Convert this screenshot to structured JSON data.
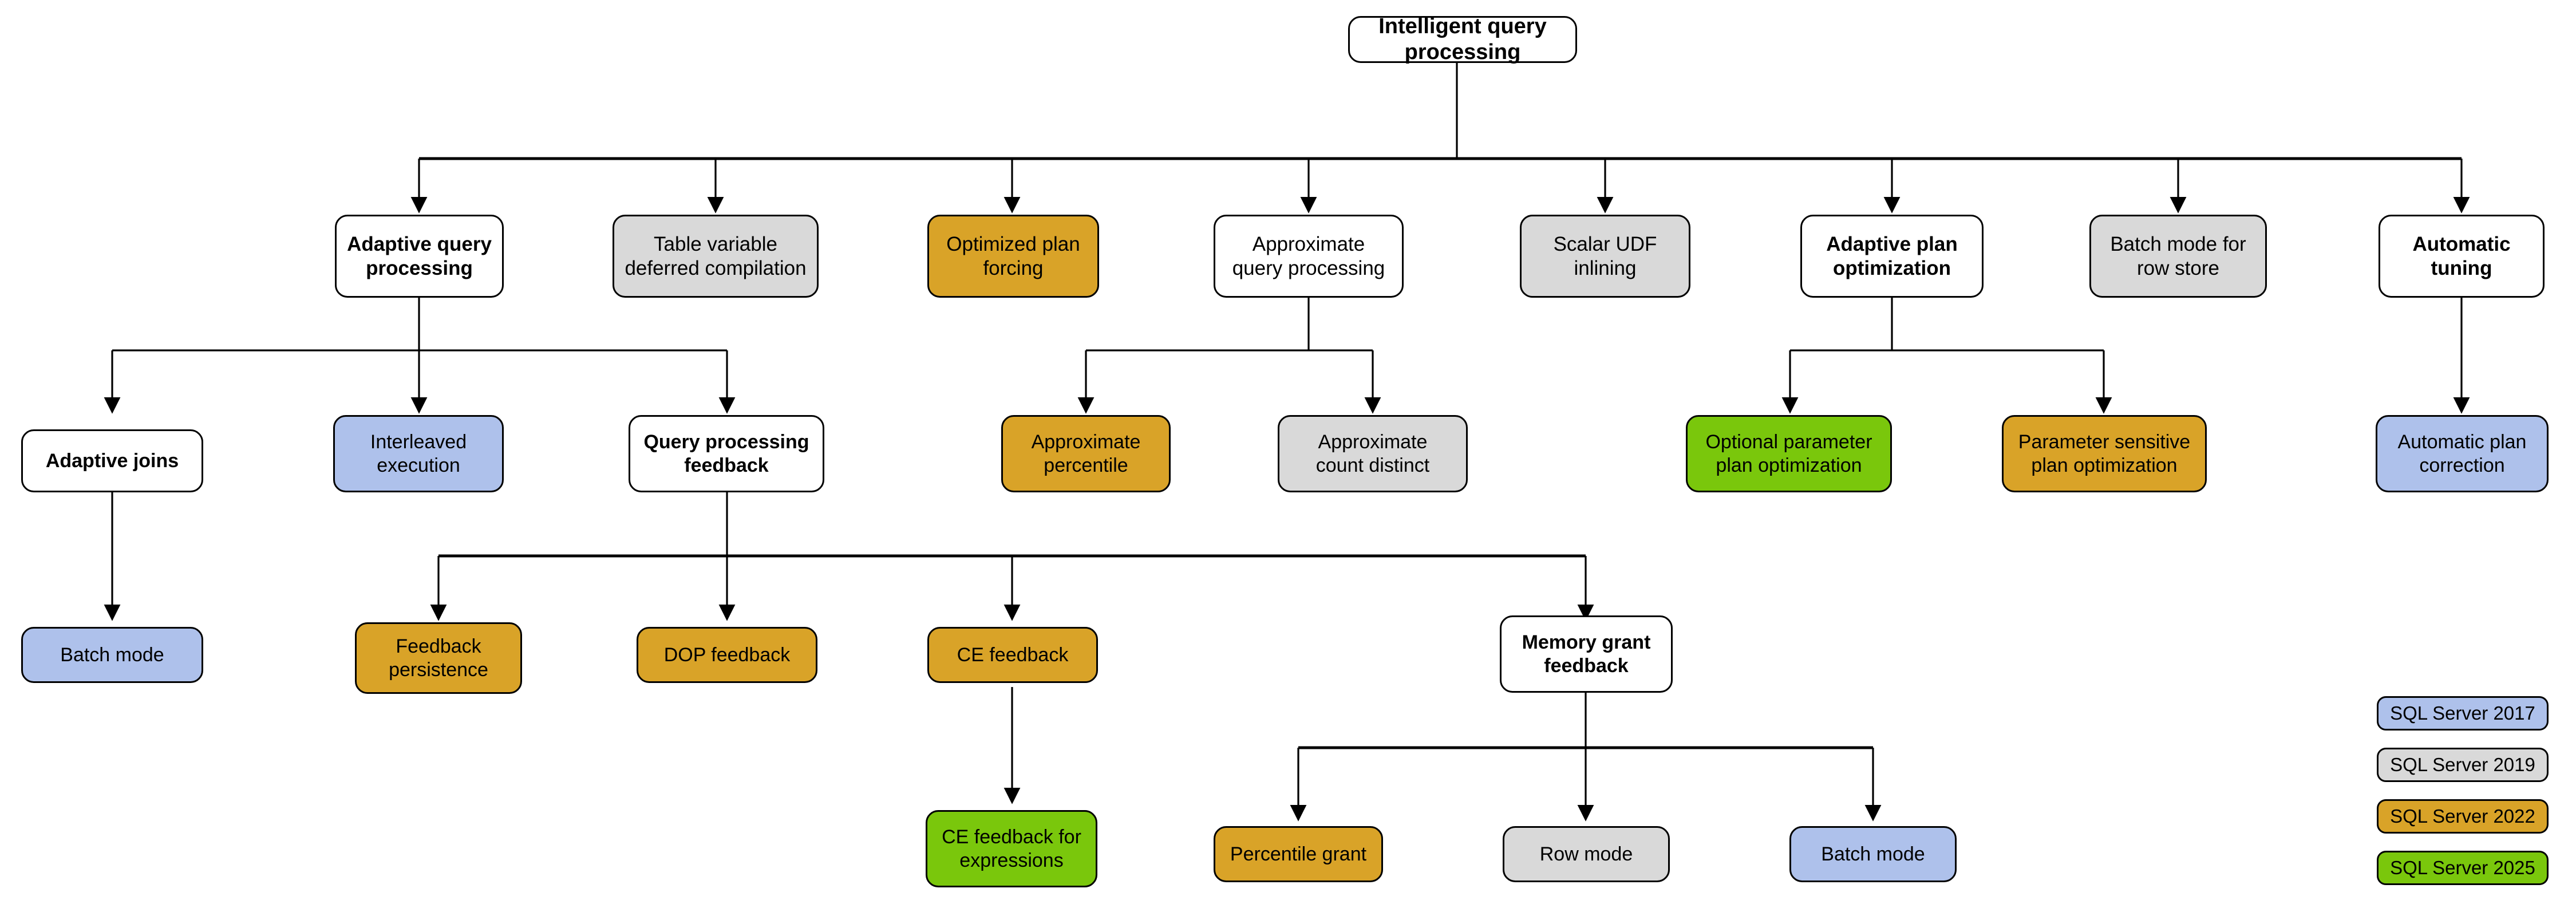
{
  "diagram": {
    "title": "Intelligent query processing",
    "root": {
      "id": "iqp",
      "label": "Intelligent query\nprocessing",
      "color": "white"
    },
    "level2": [
      {
        "id": "aqp",
        "label": "Adaptive query\nprocessing",
        "color": "white"
      },
      {
        "id": "tvdc",
        "label": "Table variable\ndeferred compilation",
        "color": "gray"
      },
      {
        "id": "opf",
        "label": "Optimized plan\nforcing",
        "color": "orange"
      },
      {
        "id": "apqp",
        "label": "Approximate\nquery processing",
        "color": "white"
      },
      {
        "id": "sudf",
        "label": "Scalar UDF\ninlining",
        "color": "gray"
      },
      {
        "id": "apo",
        "label": "Adaptive plan\noptimization",
        "color": "white"
      },
      {
        "id": "bmrs",
        "label": "Batch mode for\nrow store",
        "color": "gray"
      },
      {
        "id": "at",
        "label": "Automatic\ntuning",
        "color": "white"
      }
    ],
    "level3": [
      {
        "id": "aj",
        "label": "Adaptive joins",
        "color": "white",
        "parent": "aqp"
      },
      {
        "id": "ie",
        "label": "Interleaved\nexecution",
        "color": "blue",
        "parent": "aqp"
      },
      {
        "id": "qpf",
        "label": "Query processing\nfeedback",
        "color": "white",
        "parent": "aqp"
      },
      {
        "id": "ap",
        "label": "Approximate\npercentile",
        "color": "orange",
        "parent": "apqp"
      },
      {
        "id": "acd",
        "label": "Approximate\ncount distinct",
        "color": "gray",
        "parent": "apqp"
      },
      {
        "id": "oppo",
        "label": "Optional parameter\nplan optimization",
        "color": "green",
        "parent": "apo"
      },
      {
        "id": "pspo",
        "label": "Parameter sensitive\nplan optimization",
        "color": "orange",
        "parent": "apo"
      },
      {
        "id": "apc",
        "label": "Automatic plan\ncorrection",
        "color": "blue",
        "parent": "at"
      }
    ],
    "level4": [
      {
        "id": "bm1",
        "label": "Batch mode",
        "color": "blue",
        "parent": "aj"
      },
      {
        "id": "fp",
        "label": "Feedback\npersistence",
        "color": "orange",
        "parent": "qpf"
      },
      {
        "id": "dopf",
        "label": "DOP feedback",
        "color": "orange",
        "parent": "qpf"
      },
      {
        "id": "cef",
        "label": "CE feedback",
        "color": "orange",
        "parent": "qpf"
      },
      {
        "id": "mgf",
        "label": "Memory grant\nfeedback",
        "color": "white",
        "parent": "qpf"
      }
    ],
    "level5": [
      {
        "id": "cefe",
        "label": "CE feedback for\nexpressions",
        "color": "green",
        "parent": "cef"
      },
      {
        "id": "pg",
        "label": "Percentile grant",
        "color": "orange",
        "parent": "mgf"
      },
      {
        "id": "rm",
        "label": "Row mode",
        "color": "gray",
        "parent": "mgf"
      },
      {
        "id": "bm2",
        "label": "Batch mode",
        "color": "blue",
        "parent": "mgf"
      }
    ],
    "legend": [
      {
        "id": "legend-2017",
        "label": "SQL Server 2017",
        "color": "blue"
      },
      {
        "id": "legend-2019",
        "label": "SQL Server 2019",
        "color": "gray"
      },
      {
        "id": "legend-2022",
        "label": "SQL Server 2022",
        "color": "orange"
      },
      {
        "id": "legend-2025",
        "label": "SQL Server 2025",
        "color": "green"
      }
    ],
    "palette": {
      "white": "#ffffff",
      "gray": "#d9d9d9",
      "orange": "#d9a328",
      "green": "#7ac70c",
      "blue": "#aec1eb",
      "stroke": "#000000",
      "text": "#000000"
    }
  }
}
